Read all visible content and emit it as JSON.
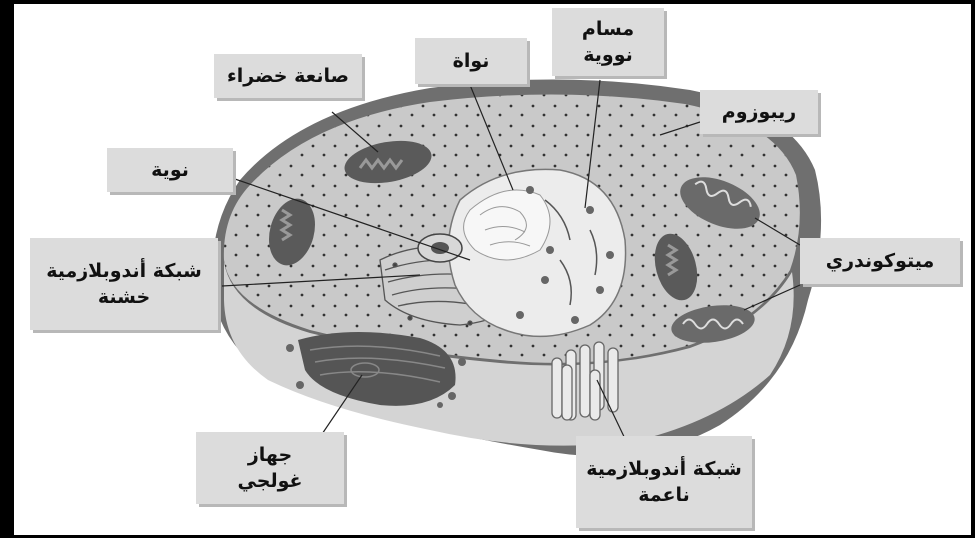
{
  "labels": {
    "chloroplast": "صانعة خضراء",
    "nucleus": "نواة",
    "nuclear_pores_line1": "مسام",
    "nuclear_pores_line2": "نووية",
    "ribosome": "ريبوزوم",
    "nucleolus": "نوية",
    "rough_er_line1": "شبكة أندوبلازمية",
    "rough_er_line2": "خشنة",
    "mitochondria": "ميتوكوندري",
    "golgi_line1": "جهاز",
    "golgi_line2": "غولجي",
    "smooth_er_line1": "شبكة أندوبلازمية",
    "smooth_er_line2": "ناعمة"
  },
  "colors": {
    "cell_wall": "#6f6f6f",
    "cytoplasm": "#c9c9c9",
    "nucleus": "#ececec",
    "organelle_dark": "#5a5a5a",
    "label_bg": "#dcdcdc"
  }
}
